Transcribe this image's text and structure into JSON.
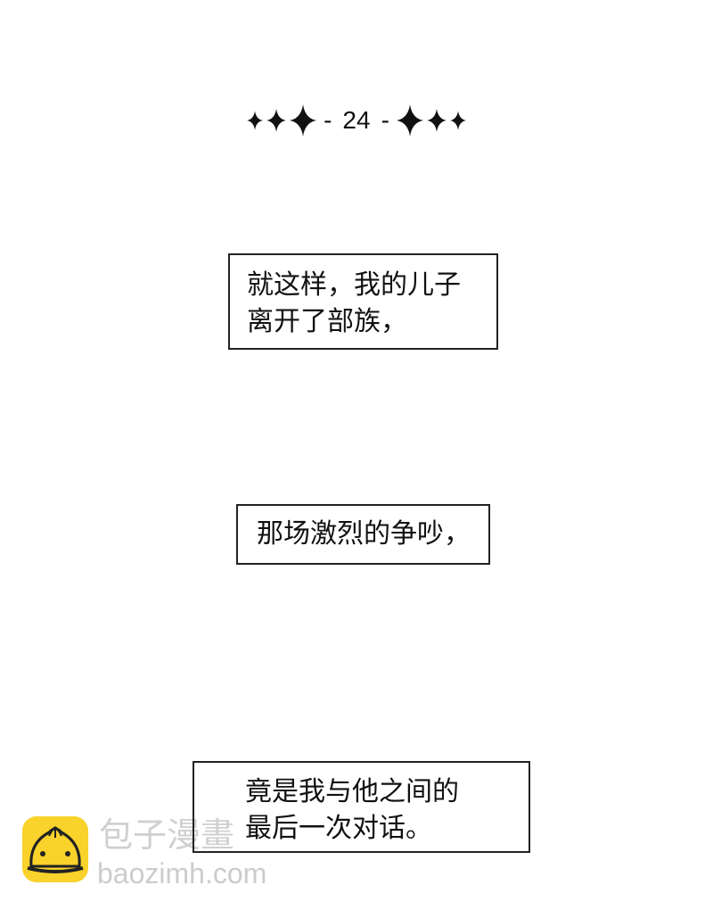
{
  "header": {
    "page_number": "24",
    "left_dash": "-",
    "right_dash": "-",
    "ornament": "four-point-star-icon"
  },
  "captions": [
    {
      "lines": [
        "就这样，我的儿子",
        "离开了部族，"
      ]
    },
    {
      "lines": [
        "那场激烈的争吵，"
      ]
    },
    {
      "lines": [
        "竟是我与他之间的",
        "最后一次对话。"
      ]
    }
  ],
  "watermark": {
    "logo": "steamed-bun-icon",
    "brand_cn": "包子漫畫",
    "brand_url": "baozimh.com",
    "logo_color": "#f9d22b"
  }
}
